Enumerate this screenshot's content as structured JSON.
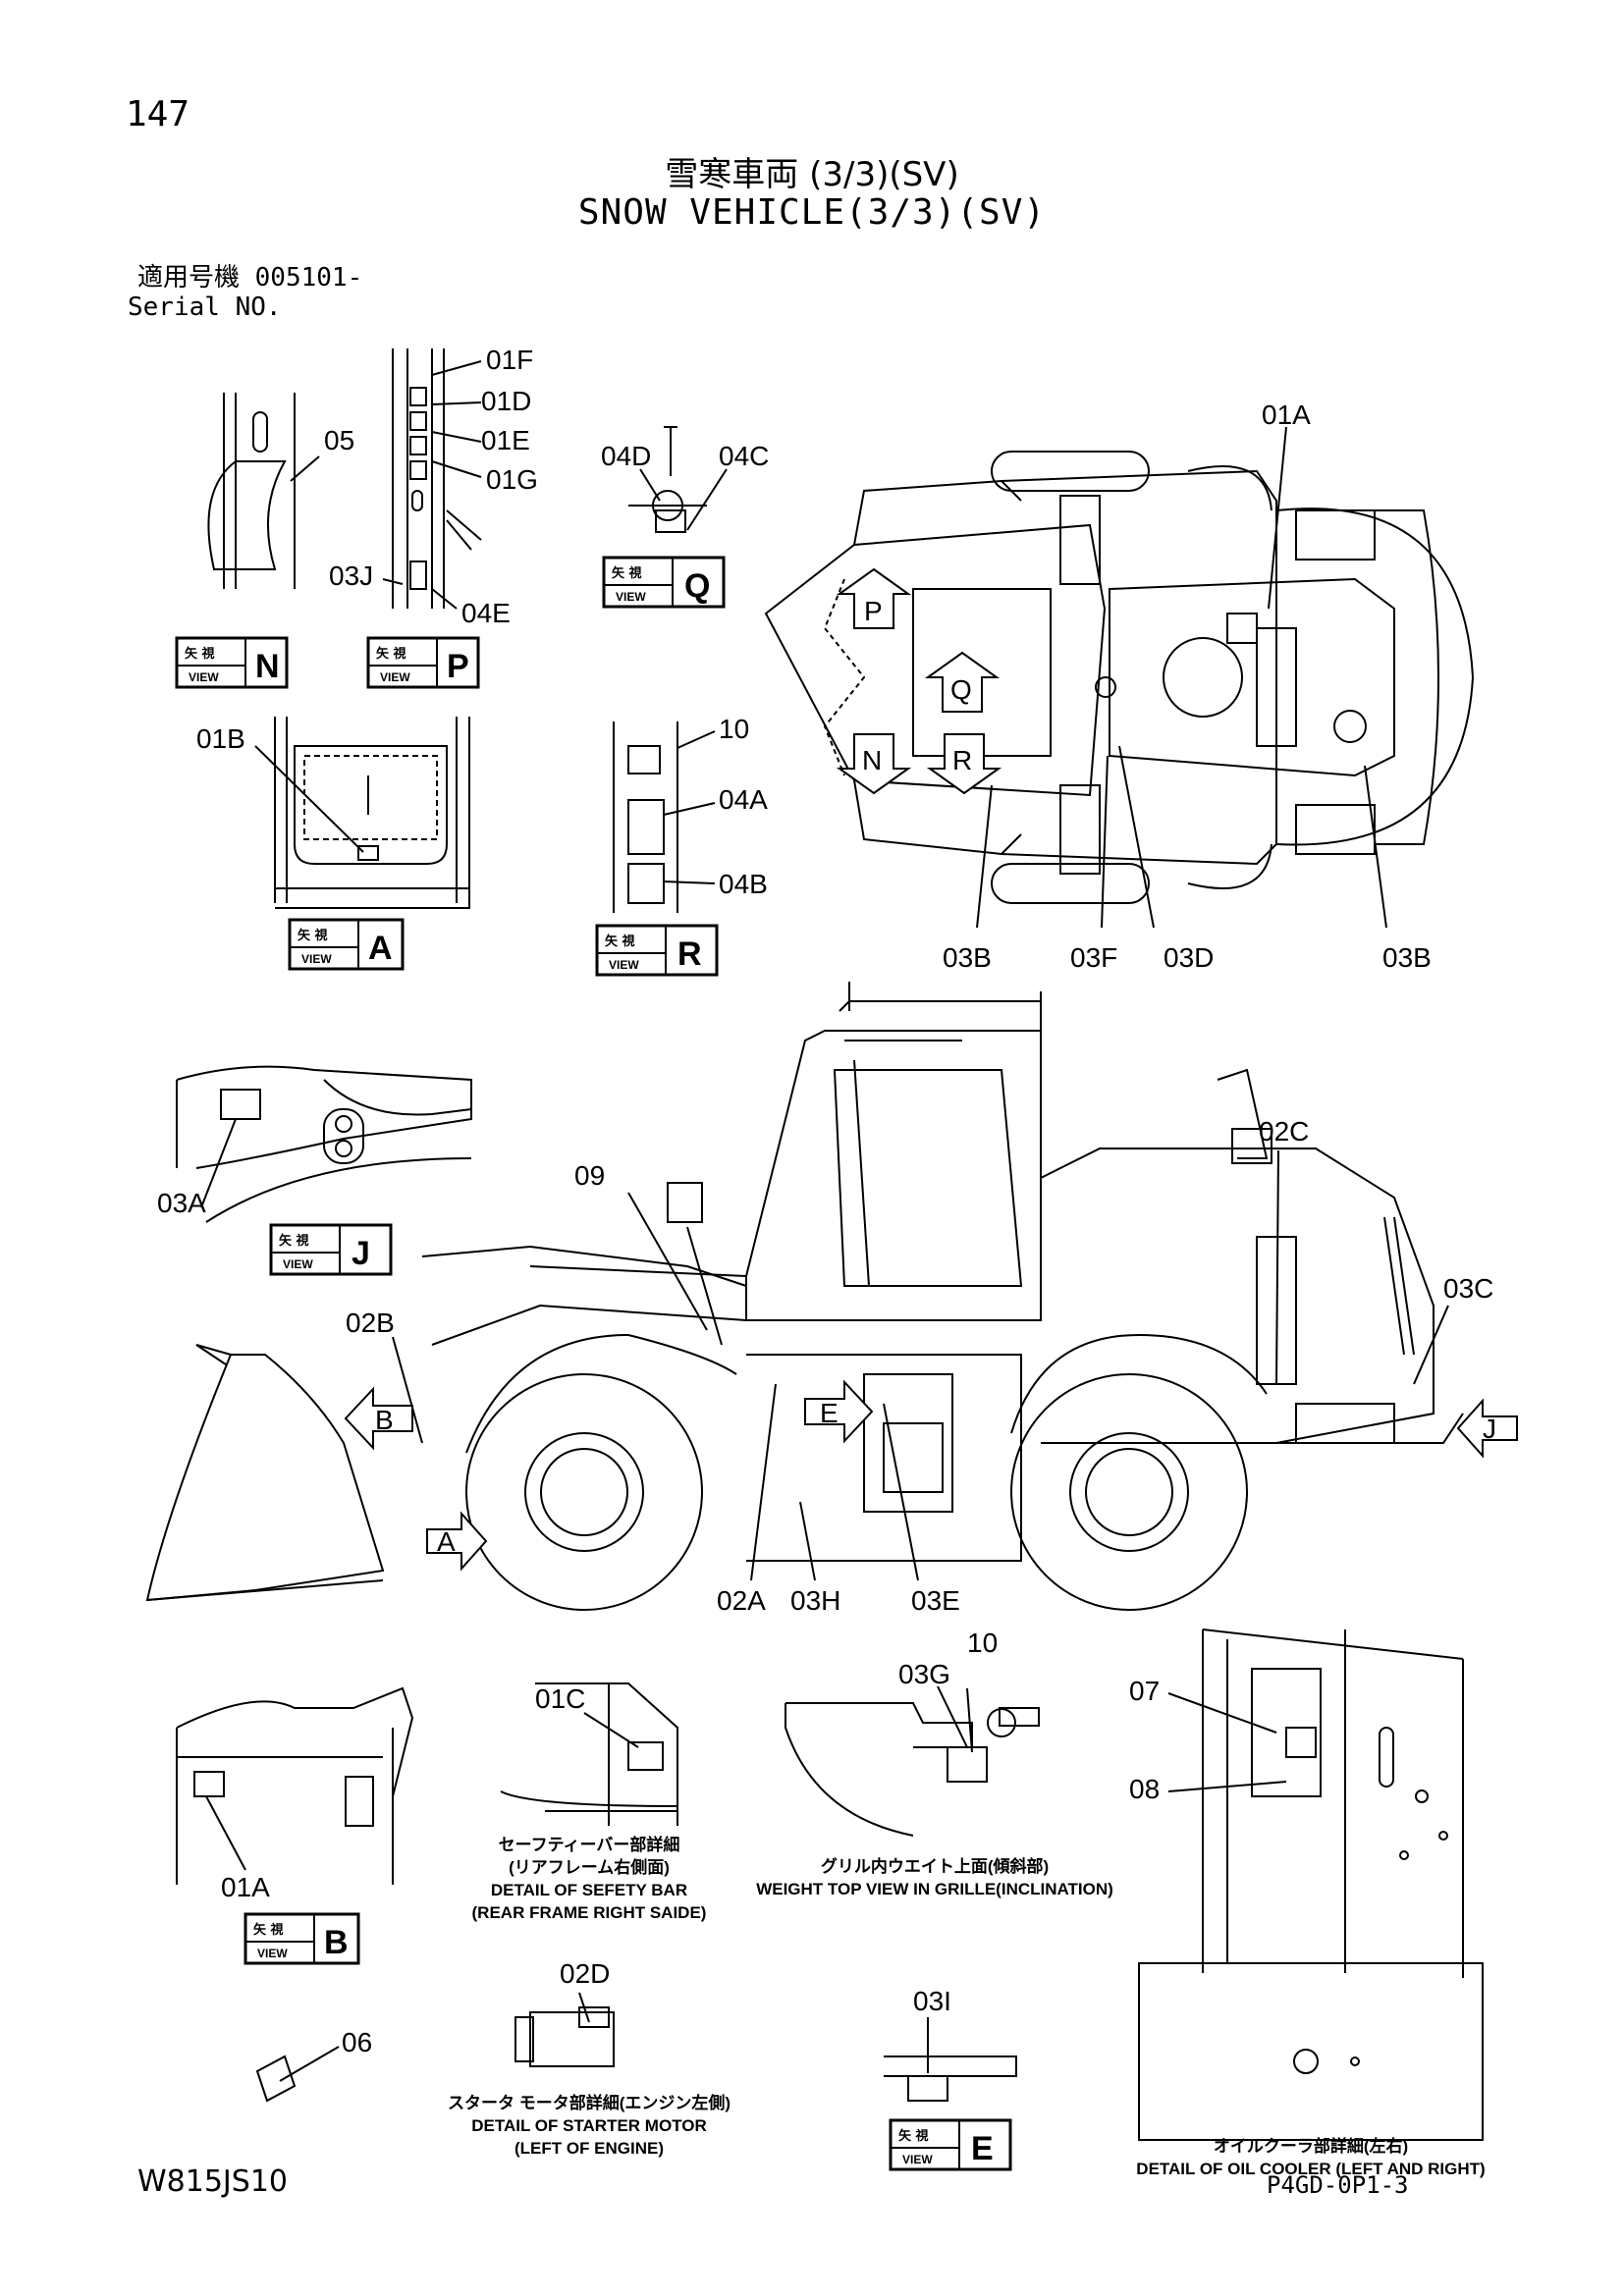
{
  "page_number": "147",
  "title_jp": "雪寒車両 (3/3)(SV)",
  "title_en": "SNOW VEHICLE(3/3)(SV)",
  "serial_jp": "適用号機 005101-",
  "serial_en": "Serial NO.",
  "footer_left": "W815JS10",
  "footer_right": "P4GD-0P1-3",
  "view_box_jp": "矢 視",
  "view_box_en": "VIEW",
  "view_boxes": [
    "N",
    "P",
    "Q",
    "A",
    "R",
    "J",
    "B",
    "E"
  ],
  "labels": {
    "l01f": "01F",
    "l01d": "01D",
    "l01e": "01E",
    "l01g": "01G",
    "l05": "05",
    "l03j": "03J",
    "l04e": "04E",
    "l04d": "04D",
    "l04c": "04C",
    "l01a_top": "01A",
    "l01b": "01B",
    "l10_r": "10",
    "l04a": "04A",
    "l04b": "04B",
    "l03b_1": "03B",
    "l03f": "03F",
    "l03d": "03D",
    "l03b_2": "03B",
    "l03a": "03A",
    "l09": "09",
    "l02c": "02C",
    "l03c": "03C",
    "l02b": "02B",
    "l02a": "02A",
    "l03h": "03H",
    "l03e": "03E",
    "l01c": "01C",
    "l03g": "03G",
    "l10_g": "10",
    "l07": "07",
    "l08": "08",
    "l01a_b": "01A",
    "l02d": "02D",
    "l06": "06",
    "l03i": "03I"
  },
  "arrow_letters": {
    "p": "P",
    "q": "Q",
    "n": "N",
    "r": "R",
    "b": "B",
    "e": "E",
    "a": "A",
    "j": "J"
  },
  "captions": {
    "safety_jp1": "セーフティーバー部詳細",
    "safety_jp2": "(リアフレーム右側面)",
    "safety_en1": "DETAIL OF SEFETY BAR",
    "safety_en2": "(REAR FRAME RIGHT SAIDE)",
    "grille_jp": "グリル内ウエイト上面(傾斜部)",
    "grille_en": "WEIGHT TOP VIEW IN GRILLE(INCLINATION)",
    "starter_jp": "スタータ モータ部詳細(エンジン左側)",
    "starter_en1": "DETAIL OF STARTER MOTOR",
    "starter_en2": "(LEFT OF ENGINE)",
    "oil_jp": "オイルクーラ部詳細(左右)",
    "oil_en": "DETAIL OF OIL COOLER (LEFT AND RIGHT)"
  }
}
